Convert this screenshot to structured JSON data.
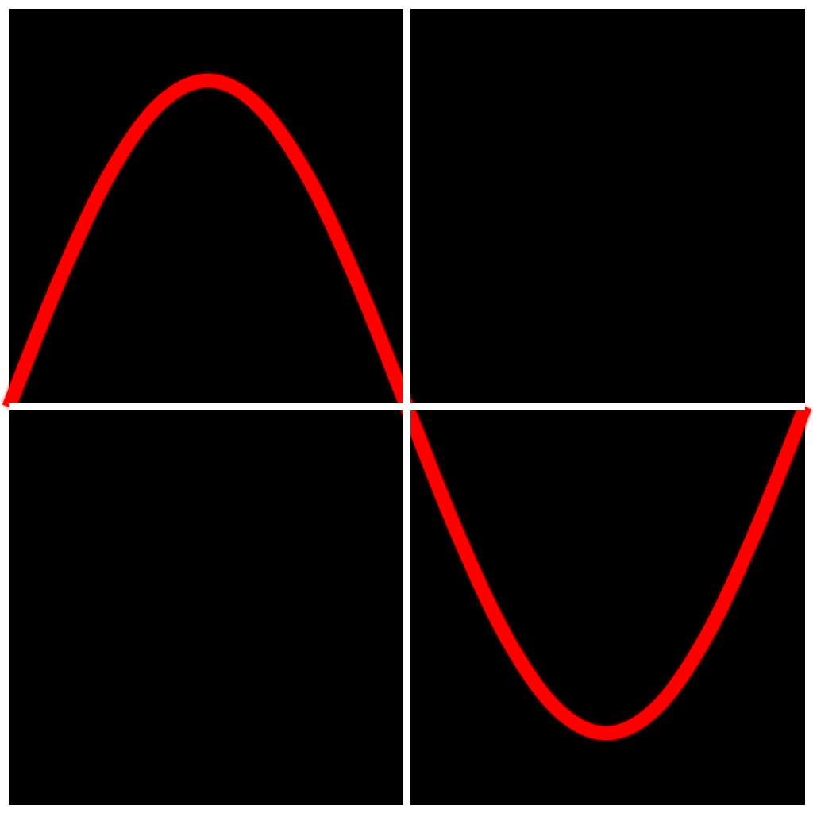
{
  "chart_data": {
    "type": "line",
    "title": "",
    "xlabel": "",
    "ylabel": "",
    "xlim": [
      -3.14159,
      3.14159
    ],
    "ylim": [
      -1.22,
      1.22
    ],
    "grid": false,
    "axes_visible": true,
    "background_color": "#000000",
    "frame_color": "#ffffff",
    "series": [
      {
        "color": "#ff0000",
        "x": [
          -3.14159,
          -2.74889,
          -2.35619,
          -1.9635,
          -1.5708,
          -1.1781,
          -0.7854,
          -0.3927,
          0.0,
          0.3927,
          0.7854,
          1.1781,
          1.5708,
          1.9635,
          2.35619,
          2.74889,
          3.14159
        ],
        "y": [
          0.0,
          0.38268,
          0.70711,
          0.92388,
          1.0,
          0.92388,
          0.70711,
          0.38268,
          0.0,
          -0.38268,
          -0.70711,
          -0.92388,
          -1.0,
          -0.92388,
          -0.70711,
          -0.38268,
          0.0
        ]
      }
    ]
  }
}
